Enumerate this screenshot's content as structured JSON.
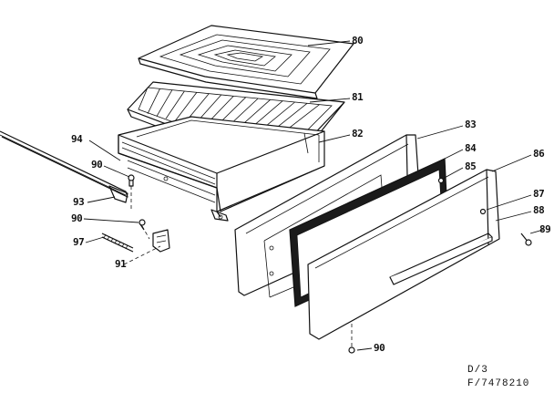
{
  "diagram": {
    "callouts": {
      "c80": "80",
      "c81": "81",
      "c82": "82",
      "c83": "83",
      "c84": "84",
      "c85": "85",
      "c86": "86",
      "c87": "87",
      "c88": "88",
      "c89": "89",
      "c90a": "90",
      "c90b": "90",
      "c90c": "90",
      "c91": "91",
      "c93": "93",
      "c94": "94",
      "c97": "97"
    },
    "drawing_code": {
      "line1": "D/3",
      "line2": "F/7478210"
    }
  }
}
